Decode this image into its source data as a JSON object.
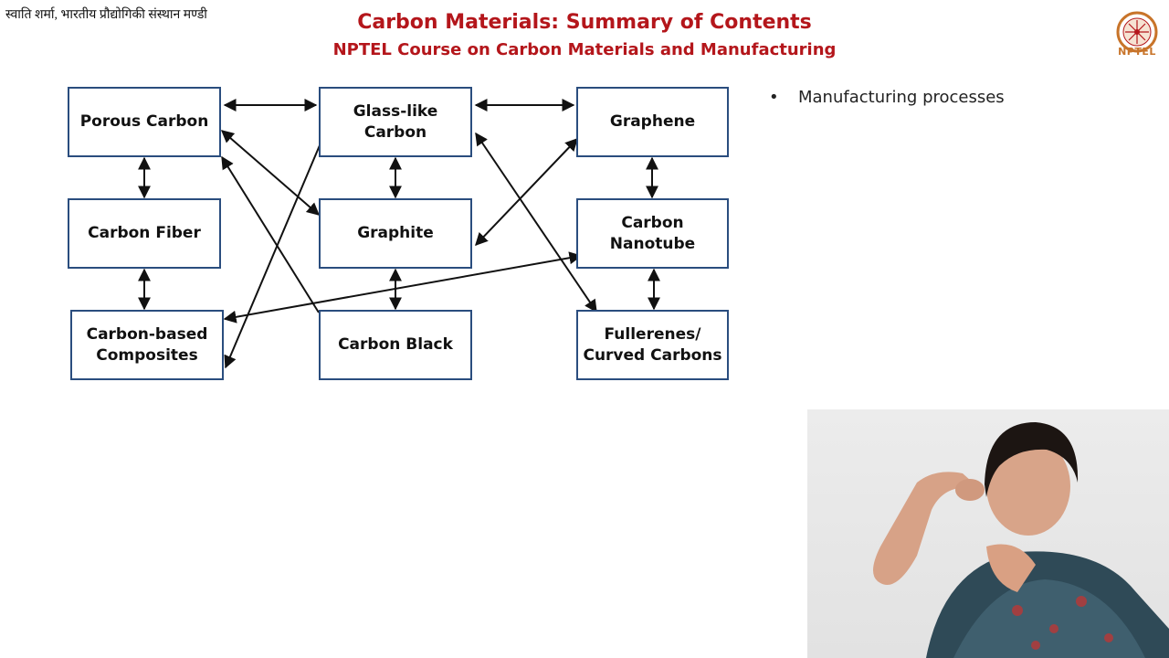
{
  "header": {
    "credit": "स्वाति शर्मा, भारतीय प्रौद्योगिकी संस्थान मण्डी",
    "title": "Carbon Materials: Summary of Contents",
    "subtitle": "NPTEL Course on Carbon Materials and Manufacturing",
    "logo_text": "NPTEL"
  },
  "diagram": {
    "nodes": [
      {
        "id": "porous",
        "label": "Porous Carbon"
      },
      {
        "id": "glass",
        "label": "Glass-like\nCarbon"
      },
      {
        "id": "graphene",
        "label": "Graphene"
      },
      {
        "id": "fiber",
        "label": "Carbon Fiber"
      },
      {
        "id": "graphite",
        "label": "Graphite"
      },
      {
        "id": "nanotube",
        "label": "Carbon\nNanotube"
      },
      {
        "id": "composites",
        "label": "Carbon-based\nComposites"
      },
      {
        "id": "black",
        "label": "Carbon Black"
      },
      {
        "id": "fullerenes",
        "label": "Fullerenes/\nCurved Carbons"
      }
    ],
    "edges": [
      {
        "from": "porous",
        "to": "glass",
        "ends": "both"
      },
      {
        "from": "glass",
        "to": "graphene",
        "ends": "both"
      },
      {
        "from": "porous",
        "to": "fiber",
        "ends": "both"
      },
      {
        "from": "fiber",
        "to": "composites",
        "ends": "both"
      },
      {
        "from": "glass",
        "to": "graphite",
        "ends": "both"
      },
      {
        "from": "graphite",
        "to": "black",
        "ends": "both"
      },
      {
        "from": "graphene",
        "to": "nanotube",
        "ends": "both"
      },
      {
        "from": "nanotube",
        "to": "fullerenes",
        "ends": "both"
      },
      {
        "from": "porous",
        "to": "graphite",
        "ends": "both"
      },
      {
        "from": "porous",
        "to": "black",
        "ends": "start"
      },
      {
        "from": "glass",
        "to": "composites",
        "ends": "end"
      },
      {
        "from": "graphene",
        "to": "graphite",
        "ends": "both"
      },
      {
        "from": "glass",
        "to": "fullerenes",
        "ends": "both"
      },
      {
        "from": "nanotube",
        "to": "composites",
        "ends": "both"
      }
    ]
  },
  "bullets": [
    "Manufacturing processes"
  ],
  "colors": {
    "title": "#b4161b",
    "box_border": "#2a4d7e",
    "arrow": "#111111"
  }
}
